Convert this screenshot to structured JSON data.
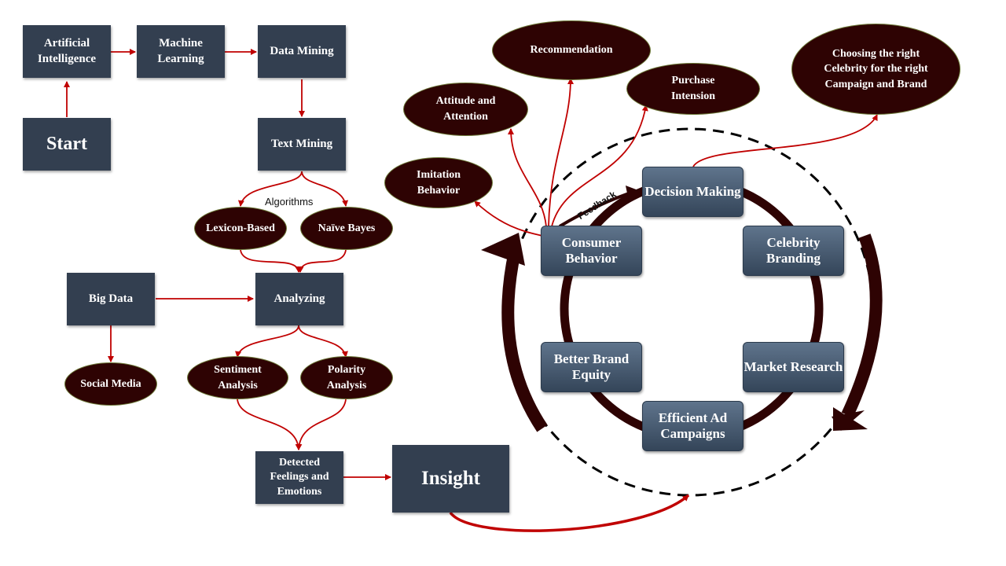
{
  "pipeline": {
    "start": "Start",
    "artificial_intelligence": "Artificial Intelligence",
    "machine_learning": "Machine Learning",
    "data_mining": "Data Mining",
    "text_mining": "Text Mining",
    "algorithms_label": "Algorithms",
    "lexicon_based": "Lexicon-Based",
    "naive_bayes": "Naïve Bayes",
    "big_data": "Big Data",
    "analyzing": "Analyzing",
    "social_media": "Social Media",
    "sentiment_analysis": "Sentiment Analysis",
    "polarity_analysis": "Polarity Analysis",
    "detected_feelings": "Detected Feelings and Emotions",
    "insight": "Insight"
  },
  "outcomes": {
    "recommendation": "Recommendation",
    "choosing_celebrity": "Choosing the right Celebrity for the right Campaign and Brand",
    "attitude_attention": "Attitude and Attention",
    "purchase_intension": "Purchase Intension",
    "imitation_behavior": "Imitation Behavior"
  },
  "cycle": {
    "decision_making": "Decision Making",
    "consumer_behavior": "Consumer Behavior",
    "celebrity_branding": "Celebrity Branding",
    "better_brand_equity": "Better Brand Equity",
    "market_research": "Market Research",
    "efficient_ad_campaigns": "Efficient Ad Campaigns",
    "feedback_label": "Feedback"
  },
  "colors": {
    "box": "#333f50",
    "oval": "#2e0303",
    "arrow": "#c00000",
    "ring": "#2e0303"
  }
}
